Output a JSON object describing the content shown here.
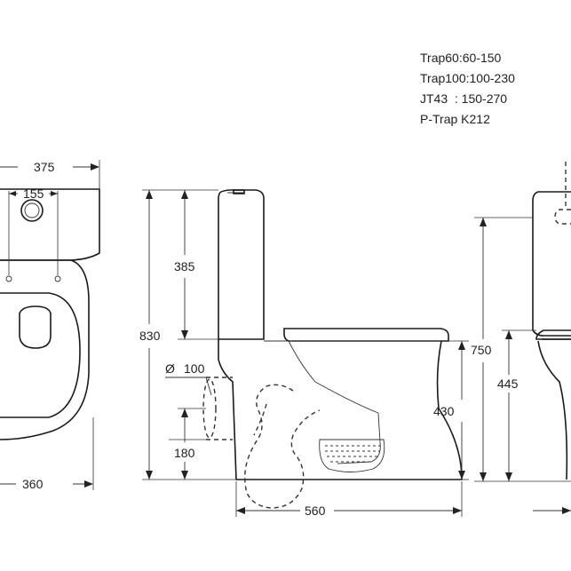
{
  "trap_notes": [
    "Trap60:60-150",
    "Trap100:100-230",
    "JT43  : 150-270",
    "P-Trap K212"
  ],
  "top_view": {
    "overall_width": "375",
    "hole_spacing": "155",
    "bowl_width": "360"
  },
  "side_view": {
    "overall_height": "830",
    "tank_height": "385",
    "outlet_diameter": "100",
    "outlet_height": "180",
    "seat_height": "430",
    "depth": "560"
  },
  "end_view": {
    "total_height": "750",
    "seat_height": "445"
  },
  "diameter_symbol": "Ø"
}
